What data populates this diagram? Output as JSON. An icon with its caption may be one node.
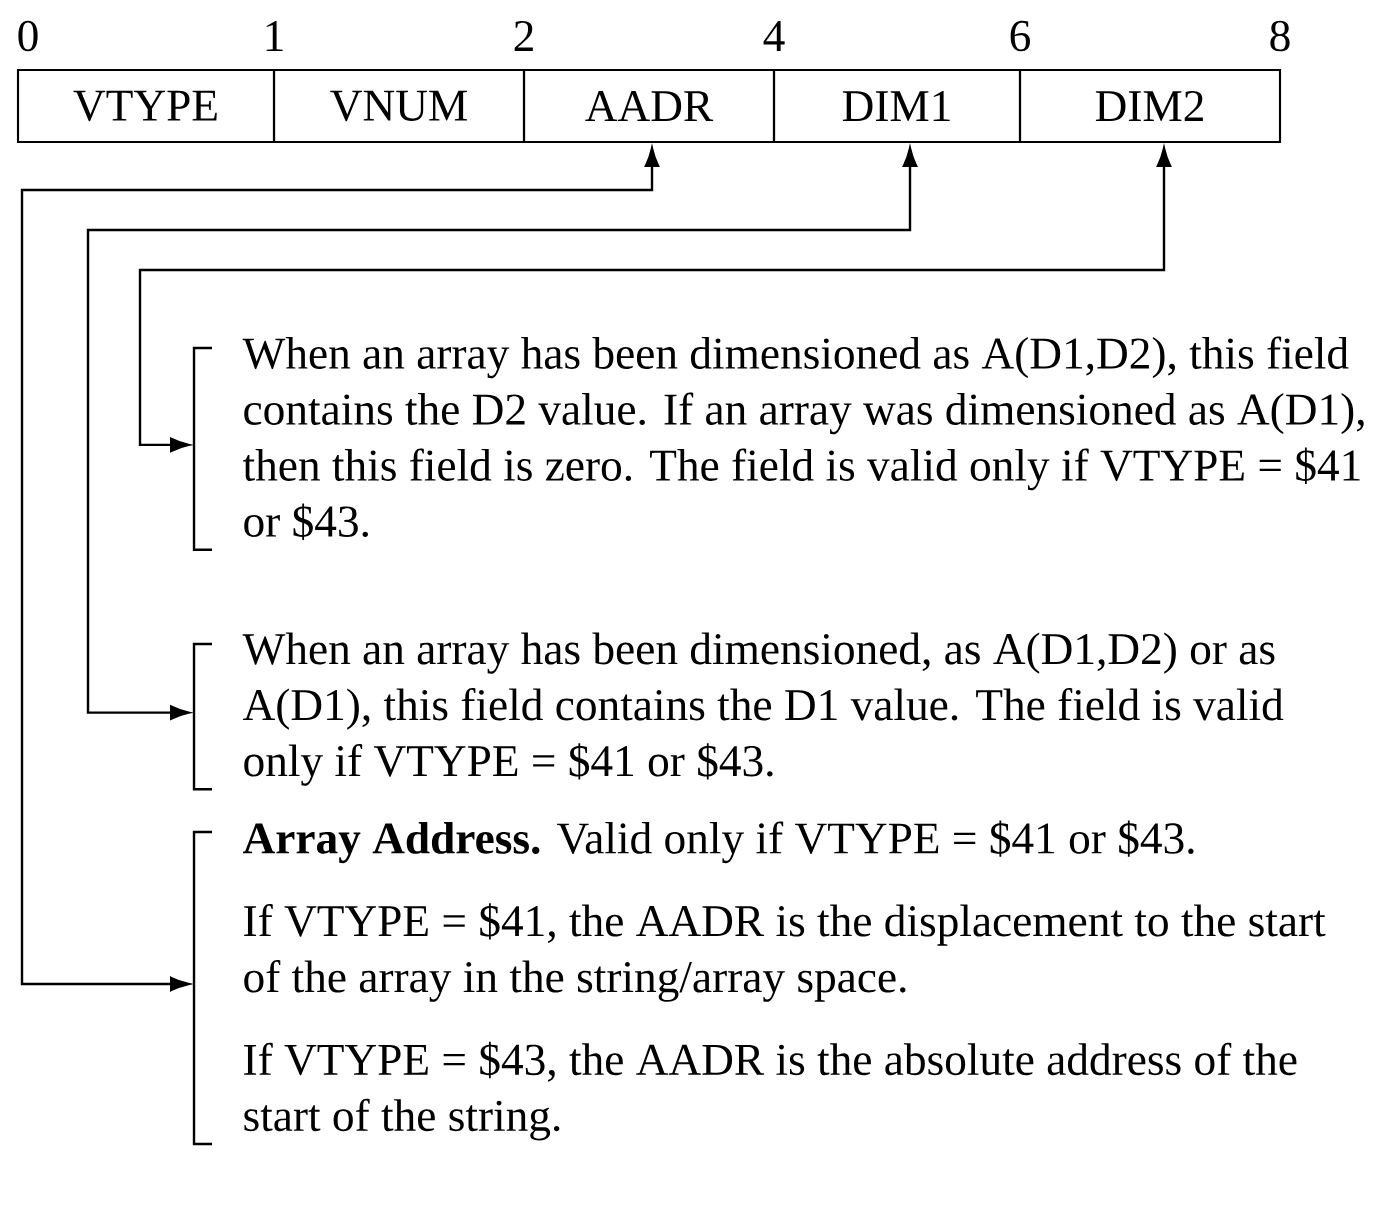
{
  "diagram": {
    "nodes": [
      {
        "text": [
          "VTYPE"
        ]
      },
      {
        "text": [
          "VNUM"
        ]
      },
      {
        "text": [
          "AADR"
        ]
      },
      {
        "text": [
          "DIM1"
        ]
      },
      {
        "text": [
          "DIM2"
        ]
      },
      {
        "text": [
          "When an array has been dimensioned as A(D1,D2), this field contains the D2 value. If an array was dimensioned as A(D1), then this field is zero. The field is valid only if VTYPE = $41 or $43."
        ]
      },
      {
        "text": [
          "When an array has been dimensioned, as A(D1,D2) or as A(D1), this field contains the D1 value. The field is valid only if VTYPE = $41 or $43."
        ]
      },
      {
        "text": [
          "**Array Address.** Valid only if VTYPE = $41 or $43.",
          "If VTYPE = $41, the AADR is the displacement to the start of the array in the string/array space.",
          "If VTYPE = $43, the AADR is the absolute address of the start of the string."
        ]
      }
    ],
    "edges": [
      {
        "from": 5,
        "to": 4,
        "arrow": "both"
      },
      {
        "from": 6,
        "to": 3,
        "arrow": "both"
      },
      {
        "from": 7,
        "to": 2,
        "arrow": "both"
      }
    ],
    "labels": [
      "0",
      "1",
      "2",
      "4",
      "6",
      "8"
    ]
  }
}
